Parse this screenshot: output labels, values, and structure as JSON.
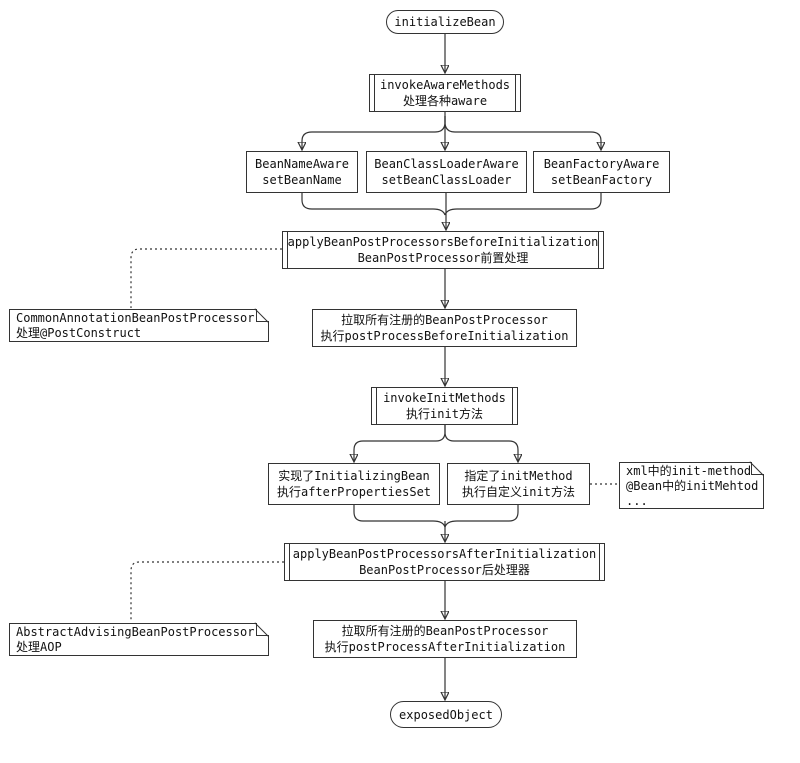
{
  "colors": {
    "stroke": "#333333",
    "text": "#111111",
    "background": "#ffffff"
  },
  "nodes": {
    "start": {
      "label": "initializeBean"
    },
    "invoke_aware": {
      "line1": "invokeAwareMethods",
      "line2": "处理各种aware"
    },
    "bean_name_aware": {
      "line1": "BeanNameAware",
      "line2": "setBeanName"
    },
    "bean_classloader_aware": {
      "line1": "BeanClassLoaderAware",
      "line2": "setBeanClassLoader"
    },
    "bean_factory_aware": {
      "line1": "BeanFactoryAware",
      "line2": "setBeanFactory"
    },
    "apply_before": {
      "line1": "applyBeanPostProcessorsBeforeInitialization",
      "line2": "BeanPostProcessor前置处理"
    },
    "pull_before": {
      "line1": "拉取所有注册的BeanPostProcessor",
      "line2": "执行postProcessBeforeInitialization"
    },
    "invoke_init": {
      "line1": "invokeInitMethods",
      "line2": "执行init方法"
    },
    "initializing_bean": {
      "line1": "实现了InitializingBean",
      "line2": "执行afterPropertiesSet"
    },
    "init_method": {
      "line1": "指定了initMethod",
      "line2": "执行自定义init方法"
    },
    "apply_after": {
      "line1": "applyBeanPostProcessorsAfterInitialization",
      "line2": "BeanPostProcessor后处理器"
    },
    "pull_after": {
      "line1": "拉取所有注册的BeanPostProcessor",
      "line2": "执行postProcessAfterInitialization"
    },
    "end": {
      "label": "exposedObject"
    }
  },
  "notes": {
    "common_annotation": {
      "line1": "CommonAnnotationBeanPostProcessor",
      "line2": "处理@PostConstruct"
    },
    "xml_init_method": {
      "line1": "xml中的init-method",
      "line2": "@Bean中的initMehtod",
      "line3": "..."
    },
    "abstract_advising": {
      "line1": "AbstractAdvisingBeanPostProcessor",
      "line2": "处理AOP"
    }
  }
}
